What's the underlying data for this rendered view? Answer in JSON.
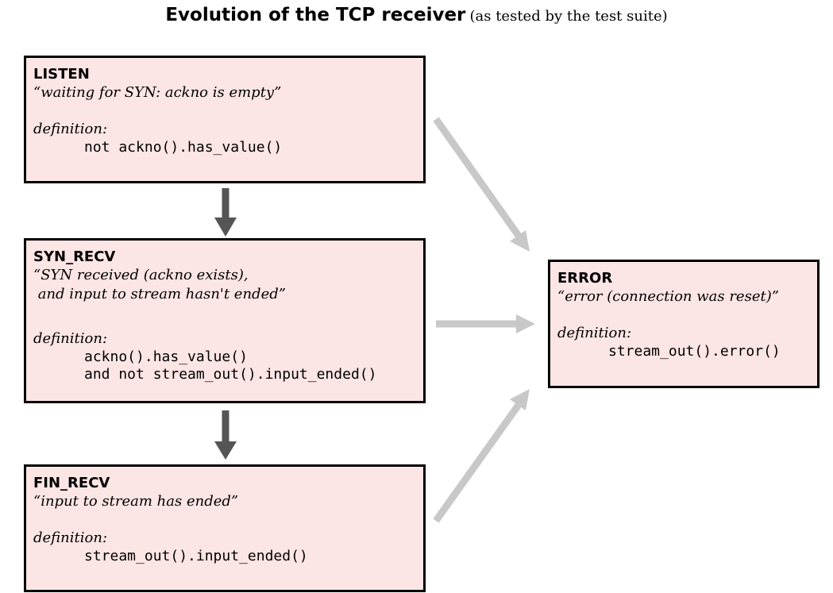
{
  "title": {
    "main": "Evolution of the TCP receiver",
    "sub": "(as tested by the test suite)"
  },
  "states": {
    "listen": {
      "name": "LISTEN",
      "description": "“waiting for SYN: ackno is empty”",
      "definition_label": "definition:",
      "definition_lines": [
        "not ackno().has_value()"
      ]
    },
    "syn_recv": {
      "name": "SYN_RECV",
      "description_lines": [
        "“SYN received (ackno exists),",
        " and input to stream hasn't ended”"
      ],
      "definition_label": "definition:",
      "definition_lines": [
        "ackno().has_value()",
        "and not stream_out().input_ended()"
      ]
    },
    "fin_recv": {
      "name": "FIN_RECV",
      "description": "“input to stream has ended”",
      "definition_label": "definition:",
      "definition_lines": [
        "stream_out().input_ended()"
      ]
    },
    "error": {
      "name": "ERROR",
      "description": "“error (connection was reset)”",
      "definition_label": "definition:",
      "definition_lines": [
        "stream_out().error()"
      ]
    }
  },
  "colors": {
    "box_fill": "#fce5e5",
    "box_border": "#000000",
    "main_arrow": "#555555",
    "error_arrow": "#c8c8c8"
  },
  "transitions": [
    {
      "from": "LISTEN",
      "to": "SYN_RECV",
      "style": "dark"
    },
    {
      "from": "SYN_RECV",
      "to": "FIN_RECV",
      "style": "dark"
    },
    {
      "from": "LISTEN",
      "to": "ERROR",
      "style": "light"
    },
    {
      "from": "SYN_RECV",
      "to": "ERROR",
      "style": "light"
    },
    {
      "from": "FIN_RECV",
      "to": "ERROR",
      "style": "light"
    }
  ]
}
